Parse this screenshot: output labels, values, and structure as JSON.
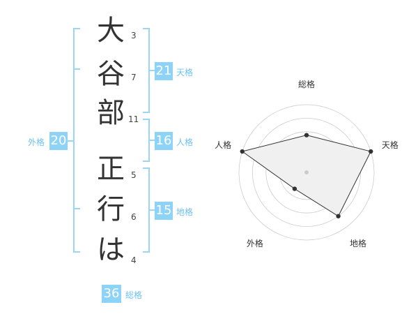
{
  "name": {
    "chars": [
      {
        "char": "大",
        "strokes": "3"
      },
      {
        "char": "谷",
        "strokes": "7"
      },
      {
        "char": "部",
        "strokes": "11"
      },
      {
        "char": "正",
        "strokes": "5"
      },
      {
        "char": "行",
        "strokes": "6"
      },
      {
        "char": "は",
        "strokes": "4"
      }
    ]
  },
  "fortunes": {
    "tenkaku": {
      "value": "21",
      "label": "天格"
    },
    "jinkaku": {
      "value": "16",
      "label": "人格"
    },
    "chikaku": {
      "value": "15",
      "label": "地格"
    },
    "gaikaku": {
      "value": "20",
      "label": "外格"
    },
    "soukaku": {
      "value": "36",
      "label": "総格"
    }
  },
  "colors": {
    "accent": "#8dd3f7",
    "bracket": "#9bd5f5",
    "radar_fill": "#f0f0f0",
    "ring": "#cccccc"
  },
  "chart_data": {
    "type": "radar",
    "axes": [
      "総格",
      "天格",
      "地格",
      "外格",
      "人格"
    ],
    "values": [
      0.55,
      1.0,
      0.8,
      0.3,
      1.0
    ],
    "max": 1.0,
    "rings": 5
  }
}
